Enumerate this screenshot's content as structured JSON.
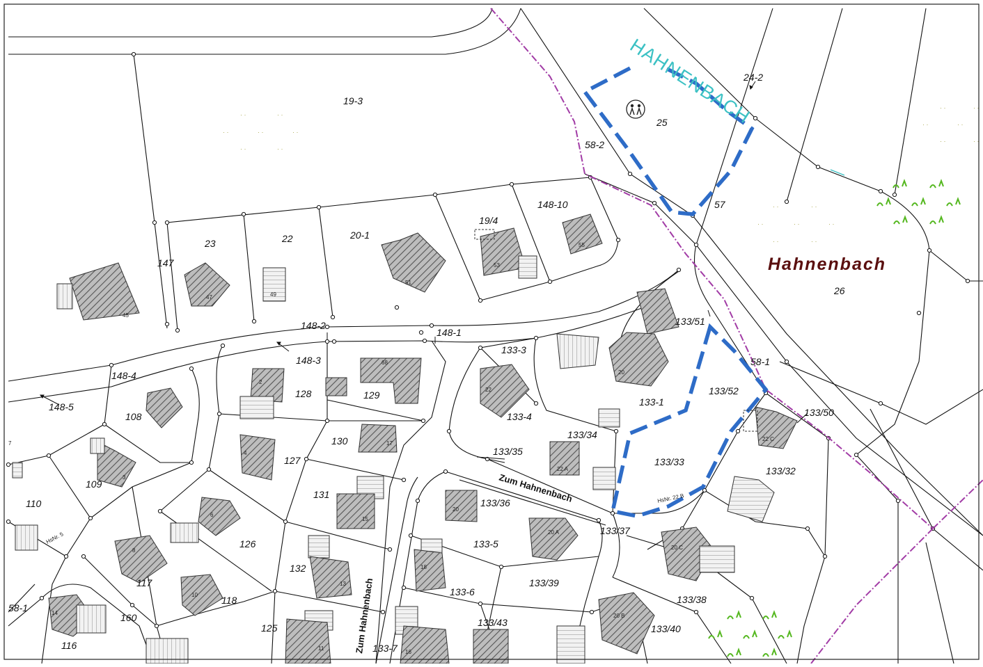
{
  "map": {
    "locality_label": "Hahnenbach",
    "stream_label": "HAHNENBACH",
    "street_labels": {
      "zum_hahnenbach_horizontal": "Zum Hahnenbach",
      "zum_hahnenbach_vertical": "Zum Hahnenbach"
    },
    "hausnummer_labels": {
      "haus_22b": "HsNr. 22 B",
      "haus_5": "HsNr. 5"
    },
    "colors": {
      "boundary_line": "#111111",
      "planning_area_outline": "#2e6cc7",
      "stream_boundary": "#a23ca6",
      "stream_label": "#3cc1c4",
      "building_fill": "#8f8f8f",
      "vegetation_symbol": "#55b820",
      "meadow_symbol": "#a8a64d",
      "locality_label": "#5a0f0f"
    },
    "parcels": {
      "p19_3": "19-3",
      "p25": "25",
      "p24_2": "24-2",
      "p58_2": "58-2",
      "p57": "57",
      "p26": "26",
      "p23": "23",
      "p22": "22",
      "p20_1": "20-1",
      "p19_4": "19/4",
      "p148_10": "148-10",
      "p147": "147",
      "p148_2": "148-2",
      "p148_1": "148-1",
      "p148_3": "148-3",
      "p148_4": "148-4",
      "p148_5": "148-5",
      "p133_3": "133-3",
      "p133_51": "133/51",
      "p58_1": "58-1",
      "p133_1": "133-1",
      "p133_52": "133/52",
      "p133_50": "133/50",
      "p128": "128",
      "p129": "129",
      "p108": "108",
      "p130": "130",
      "p133_4": "133-4",
      "p133_34": "133/34",
      "p133_35": "133/35",
      "p133_33": "133/33",
      "p133_32": "133/32",
      "p109": "109",
      "p127": "127",
      "p110": "110",
      "p131": "131",
      "p133_36": "133/36",
      "p133_37": "133/37",
      "p126": "126",
      "p133_5": "133-5",
      "p117": "117",
      "p132": "132",
      "p133_39": "133/39",
      "p133_38": "133/38",
      "p118": "118",
      "p133_6": "133-6",
      "p58_1_west": "58-1",
      "p160": "160",
      "p133_43": "133/43",
      "p133_40": "133/40",
      "p125": "125",
      "p116": "116",
      "p133_7": "133-7"
    },
    "house_numbers": {
      "h45": "45",
      "h47": "47",
      "h49": "49",
      "h51": "51",
      "h53": "53",
      "h55": "55",
      "h68": "68",
      "h2": "2",
      "h20": "20",
      "h22": "22",
      "h17": "17",
      "h22a": "22 A",
      "h22c": "22 C",
      "h4": "4",
      "h3": "3",
      "h15": "15",
      "h20_": "20",
      "h20a": "20 A",
      "h20c": "20 C",
      "h6": "6",
      "h8": "8",
      "h10": "10",
      "h13": "13",
      "h18": "18",
      "h14": "14",
      "h16": "16",
      "h11": "11",
      "h20b": "20 B",
      "h7": "7"
    }
  }
}
